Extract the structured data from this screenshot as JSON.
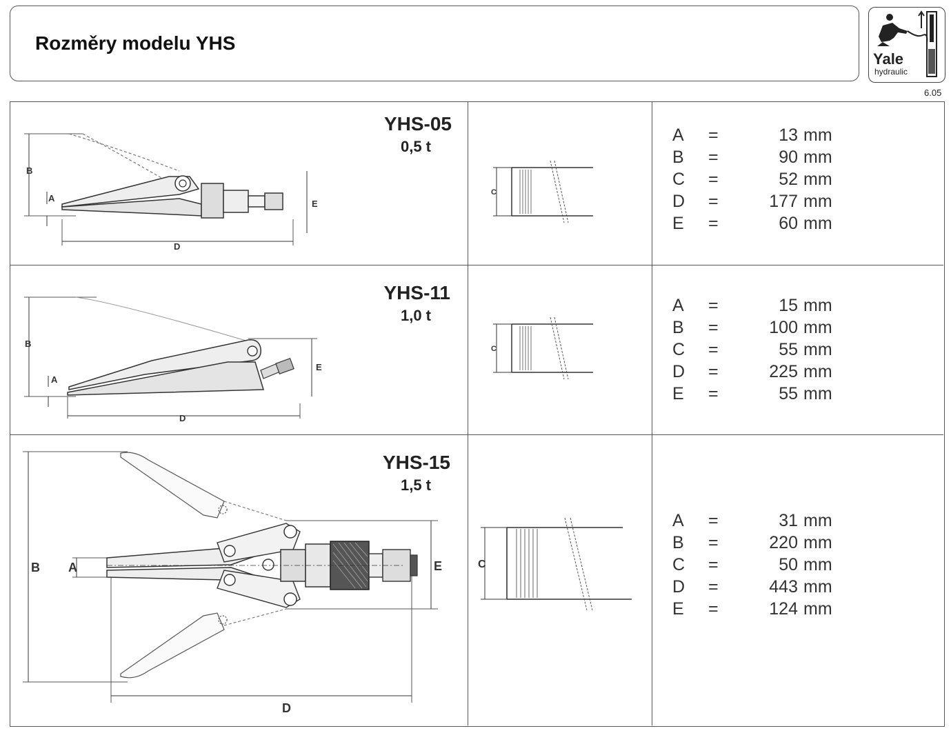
{
  "title": "Rozměry modelu YHS",
  "logo": {
    "brand": "Yale",
    "sub": "hydraulic",
    "icon": "yale-hydraulic-logo-icon"
  },
  "page_number": "6.05",
  "dimension_labels": {
    "a": "A",
    "b": "B",
    "c": "C",
    "d": "D",
    "e": "E"
  },
  "models": [
    {
      "name": "YHS-05",
      "capacity": "0,5 t",
      "specs": [
        {
          "label": "A",
          "eq": "=",
          "value": "13",
          "unit": "mm"
        },
        {
          "label": "B",
          "eq": "=",
          "value": "90",
          "unit": "mm"
        },
        {
          "label": "C",
          "eq": "=",
          "value": "52",
          "unit": "mm"
        },
        {
          "label": "D",
          "eq": "=",
          "value": "177",
          "unit": "mm"
        },
        {
          "label": "E",
          "eq": "=",
          "value": "60",
          "unit": "mm"
        }
      ]
    },
    {
      "name": "YHS-11",
      "capacity": "1,0 t",
      "specs": [
        {
          "label": "A",
          "eq": "=",
          "value": "15",
          "unit": "mm"
        },
        {
          "label": "B",
          "eq": "=",
          "value": "100",
          "unit": "mm"
        },
        {
          "label": "C",
          "eq": "=",
          "value": "55",
          "unit": "mm"
        },
        {
          "label": "D",
          "eq": "=",
          "value": "225",
          "unit": "mm"
        },
        {
          "label": "E",
          "eq": "=",
          "value": "55",
          "unit": "mm"
        }
      ]
    },
    {
      "name": "YHS-15",
      "capacity": "1,5 t",
      "specs": [
        {
          "label": "A",
          "eq": "=",
          "value": "31",
          "unit": "mm"
        },
        {
          "label": "B",
          "eq": "=",
          "value": "220",
          "unit": "mm"
        },
        {
          "label": "C",
          "eq": "=",
          "value": "50",
          "unit": "mm"
        },
        {
          "label": "D",
          "eq": "=",
          "value": "443",
          "unit": "mm"
        },
        {
          "label": "E",
          "eq": "=",
          "value": "124",
          "unit": "mm"
        }
      ]
    }
  ]
}
